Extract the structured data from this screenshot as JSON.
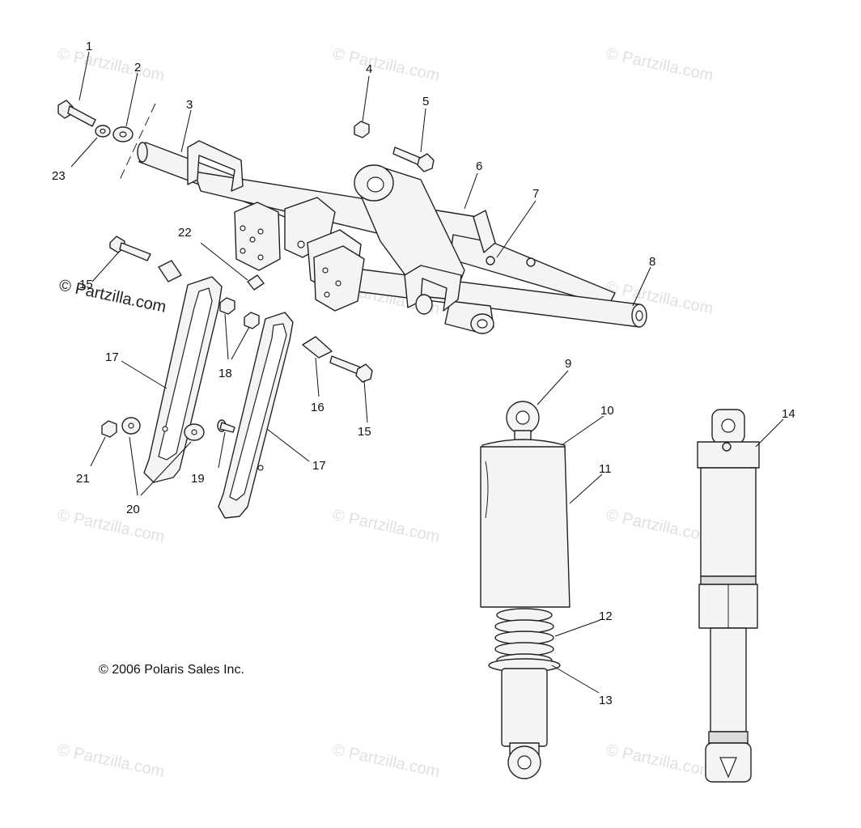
{
  "watermark_text": "© Partzilla.com",
  "copyright": "© 2006 Polaris Sales Inc.",
  "callouts": [
    {
      "id": "c1",
      "label": "1"
    },
    {
      "id": "c2",
      "label": "2"
    },
    {
      "id": "c3",
      "label": "3"
    },
    {
      "id": "c4",
      "label": "4"
    },
    {
      "id": "c5",
      "label": "5"
    },
    {
      "id": "c6",
      "label": "6"
    },
    {
      "id": "c7",
      "label": "7"
    },
    {
      "id": "c8",
      "label": "8"
    },
    {
      "id": "c9",
      "label": "9"
    },
    {
      "id": "c10",
      "label": "10"
    },
    {
      "id": "c11",
      "label": "11"
    },
    {
      "id": "c12",
      "label": "12"
    },
    {
      "id": "c13",
      "label": "13"
    },
    {
      "id": "c14",
      "label": "14"
    },
    {
      "id": "c15a",
      "label": "15"
    },
    {
      "id": "c15b",
      "label": "15"
    },
    {
      "id": "c16",
      "label": "16"
    },
    {
      "id": "c17a",
      "label": "17"
    },
    {
      "id": "c17b",
      "label": "17"
    },
    {
      "id": "c18",
      "label": "18"
    },
    {
      "id": "c19",
      "label": "19"
    },
    {
      "id": "c20",
      "label": "20"
    },
    {
      "id": "c21",
      "label": "21"
    },
    {
      "id": "c22",
      "label": "22"
    },
    {
      "id": "c23",
      "label": "23"
    }
  ]
}
